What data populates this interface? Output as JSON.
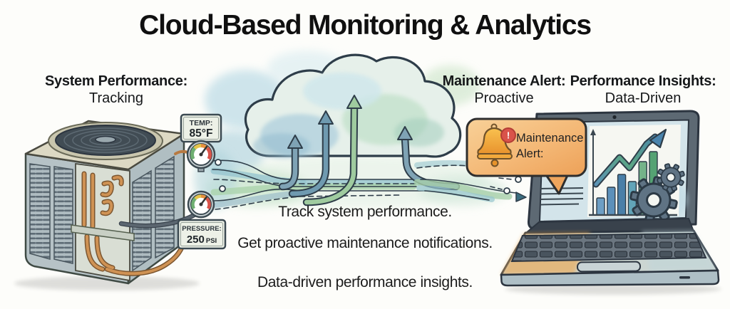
{
  "title": "Cloud-Based Monitoring & Analytics",
  "sections": {
    "system_performance": {
      "heading": "System Performance:",
      "subtitle": "Tracking"
    },
    "maintenance_alert": {
      "heading": "Maintenance Alert:",
      "subtitle": "Proactive"
    },
    "performance_insights": {
      "heading": "Performance Insights:",
      "subtitle": "Data-Driven"
    }
  },
  "hvac": {
    "temp_sign": {
      "label": "TEMP:",
      "value": "85°F"
    },
    "pressure_sign": {
      "label": "PRESSURE:",
      "value": "250",
      "unit": "PSI"
    }
  },
  "alert_bubble": {
    "line1": "Maintenance",
    "line2": "Alert:",
    "badge": "!"
  },
  "captions": {
    "line1": "Track system performance.",
    "line2": "Get proactive maintenance notifications.",
    "line3": "Data-driven performance insights."
  },
  "laptop": {
    "screen_chart": {
      "type": "bar",
      "bar_heights": [
        24,
        39,
        57,
        47,
        75,
        89
      ],
      "bar_colors": [
        "#6d9ec4",
        "#5c90ba",
        "#4a7fa8",
        "#62a4b8",
        "#74b389",
        "#55a273"
      ],
      "trend": "up"
    }
  },
  "colors": {
    "badge_red": "#d9534a",
    "bubble_orange": "#f2b06a",
    "arrow_blue": "#7fa3b5",
    "arrow_green": "#9fcb9f",
    "ink": "#2e3d49"
  }
}
